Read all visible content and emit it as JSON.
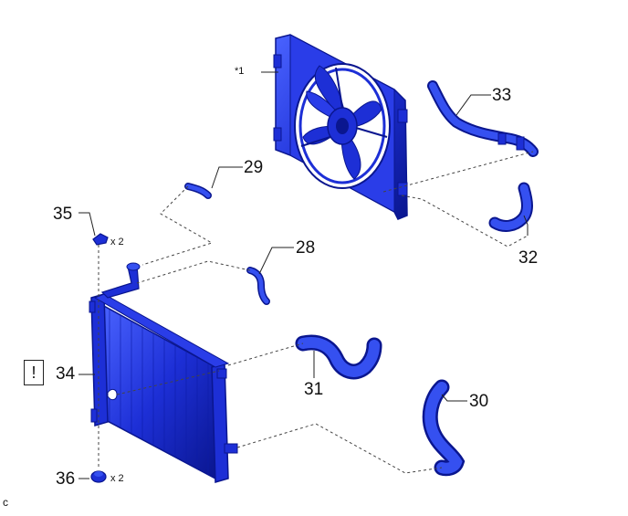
{
  "figure": {
    "parts": [
      {
        "number": "*1",
        "part": "fan-shroud"
      },
      {
        "number": "28",
        "part": "hose-28"
      },
      {
        "number": "29",
        "part": "hose-29"
      },
      {
        "number": "30",
        "part": "hose-30"
      },
      {
        "number": "31",
        "part": "hose-31"
      },
      {
        "number": "32",
        "part": "hose-32"
      },
      {
        "number": "33",
        "part": "hose-33"
      },
      {
        "number": "34",
        "part": "radiator"
      },
      {
        "number": "35",
        "part": "upper-cushion"
      },
      {
        "number": "36",
        "part": "lower-cushion"
      }
    ],
    "quantities": {
      "upper_cushion": "x 2",
      "lower_cushion": "x 2"
    },
    "notice_symbol": "!",
    "corner_mark": "c",
    "colors": {
      "part_fill": "#1d2fd6",
      "part_dark": "#0a168f",
      "part_light": "#4a63ff",
      "leader": "#222222"
    }
  }
}
